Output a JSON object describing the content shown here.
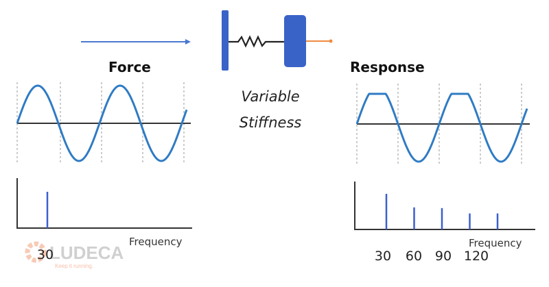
{
  "labels": {
    "force": "Force",
    "response": "Response",
    "variable": "Variable",
    "stiffness": "Stiffness",
    "frequency_left": "Frequency",
    "frequency_right": "Frequency"
  },
  "force_spectrum": {
    "ticks": [
      "30"
    ],
    "peaks": [
      {
        "freq": 30,
        "amplitude": 1.0
      }
    ]
  },
  "response_spectrum": {
    "ticks": [
      "30",
      "60",
      "90",
      "120"
    ],
    "peaks": [
      {
        "freq": 30,
        "amplitude": 1.0
      },
      {
        "freq": 60,
        "amplitude": 0.62
      },
      {
        "freq": 90,
        "amplitude": 0.6
      },
      {
        "freq": 120,
        "amplitude": 0.45
      },
      {
        "freq": 150,
        "amplitude": 0.45
      }
    ]
  },
  "logo": {
    "name": "LUDECA",
    "tagline": "Keep it running."
  },
  "colors": {
    "wave": "#2f7bc4",
    "bar": "#3a5fcd",
    "orange": "#f08a40",
    "axis": "#333333"
  }
}
